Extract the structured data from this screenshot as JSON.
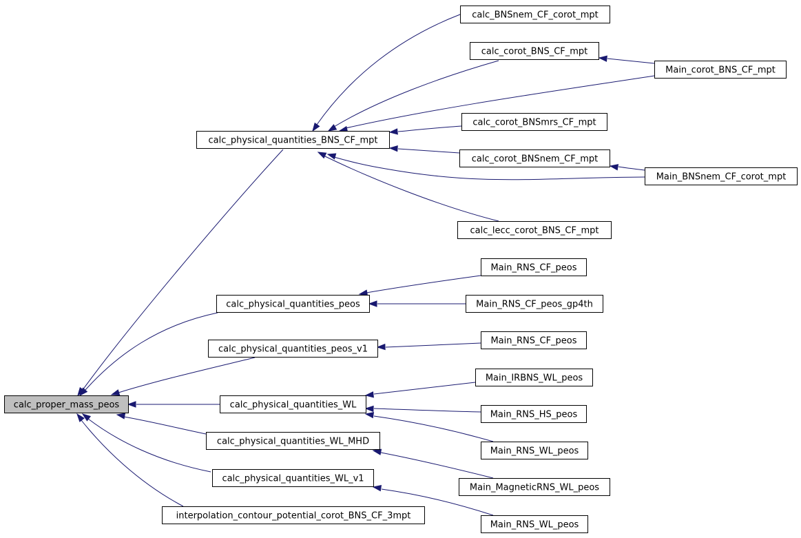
{
  "graph": {
    "nodes": [
      {
        "id": "root",
        "label": "calc_proper_mass_peos",
        "root": true
      },
      {
        "id": "cpq_bns",
        "label": "calc_physical_quantities_BNS_CF_mpt"
      },
      {
        "id": "cpq_peos",
        "label": "calc_physical_quantities_peos"
      },
      {
        "id": "cpq_peos_v1",
        "label": "calc_physical_quantities_peos_v1"
      },
      {
        "id": "cpq_wl",
        "label": "calc_physical_quantities_WL"
      },
      {
        "id": "cpq_wl_mhd",
        "label": "calc_physical_quantities_WL_MHD"
      },
      {
        "id": "cpq_wl_v1",
        "label": "calc_physical_quantities_WL_v1"
      },
      {
        "id": "interp",
        "label": "interpolation_contour_potential_corot_BNS_CF_3mpt"
      },
      {
        "id": "bnsnem_corot",
        "label": "calc_BNSnem_CF_corot_mpt"
      },
      {
        "id": "corot_bns",
        "label": "calc_corot_BNS_CF_mpt"
      },
      {
        "id": "main_corot_bns",
        "label": "Main_corot_BNS_CF_mpt"
      },
      {
        "id": "corot_bnsmrs",
        "label": "calc_corot_BNSmrs_CF_mpt"
      },
      {
        "id": "corot_bnsnem",
        "label": "calc_corot_BNSnem_CF_mpt"
      },
      {
        "id": "main_bnsnem",
        "label": "Main_BNSnem_CF_corot_mpt"
      },
      {
        "id": "lecc",
        "label": "calc_lecc_corot_BNS_CF_mpt"
      },
      {
        "id": "main_rns_cf_1",
        "label": "Main_RNS_CF_peos"
      },
      {
        "id": "main_rns_cf_gp4",
        "label": "Main_RNS_CF_peos_gp4th"
      },
      {
        "id": "main_rns_cf_2",
        "label": "Main_RNS_CF_peos"
      },
      {
        "id": "main_irbns",
        "label": "Main_IRBNS_WL_peos"
      },
      {
        "id": "main_rns_hs",
        "label": "Main_RNS_HS_peos"
      },
      {
        "id": "main_rns_wl_1",
        "label": "Main_RNS_WL_peos"
      },
      {
        "id": "main_magnetic",
        "label": "Main_MagneticRNS_WL_peos"
      },
      {
        "id": "main_rns_wl_2",
        "label": "Main_RNS_WL_peos"
      }
    ],
    "edges": [
      {
        "from": "cpq_bns",
        "to": "root"
      },
      {
        "from": "cpq_peos",
        "to": "root"
      },
      {
        "from": "cpq_peos_v1",
        "to": "root"
      },
      {
        "from": "cpq_wl",
        "to": "root"
      },
      {
        "from": "cpq_wl_mhd",
        "to": "root"
      },
      {
        "from": "cpq_wl_v1",
        "to": "root"
      },
      {
        "from": "interp",
        "to": "root"
      },
      {
        "from": "bnsnem_corot",
        "to": "cpq_bns"
      },
      {
        "from": "corot_bns",
        "to": "cpq_bns"
      },
      {
        "from": "main_corot_bns",
        "to": "cpq_bns"
      },
      {
        "from": "corot_bnsmrs",
        "to": "cpq_bns"
      },
      {
        "from": "corot_bnsnem",
        "to": "cpq_bns"
      },
      {
        "from": "main_bnsnem",
        "to": "cpq_bns"
      },
      {
        "from": "lecc",
        "to": "cpq_bns"
      },
      {
        "from": "main_corot_bns",
        "to": "corot_bns"
      },
      {
        "from": "main_bnsnem",
        "to": "corot_bnsnem"
      },
      {
        "from": "main_rns_cf_1",
        "to": "cpq_peos"
      },
      {
        "from": "main_rns_cf_gp4",
        "to": "cpq_peos"
      },
      {
        "from": "main_rns_cf_2",
        "to": "cpq_peos_v1"
      },
      {
        "from": "main_irbns",
        "to": "cpq_wl"
      },
      {
        "from": "main_rns_hs",
        "to": "cpq_wl"
      },
      {
        "from": "main_rns_wl_1",
        "to": "cpq_wl"
      },
      {
        "from": "main_magnetic",
        "to": "cpq_wl_mhd"
      },
      {
        "from": "main_rns_wl_2",
        "to": "cpq_wl_v1"
      }
    ],
    "colors": {
      "edge": "#191970",
      "root_fill": "#bfbfbf",
      "node_fill": "#ffffff",
      "border": "#000000"
    }
  }
}
